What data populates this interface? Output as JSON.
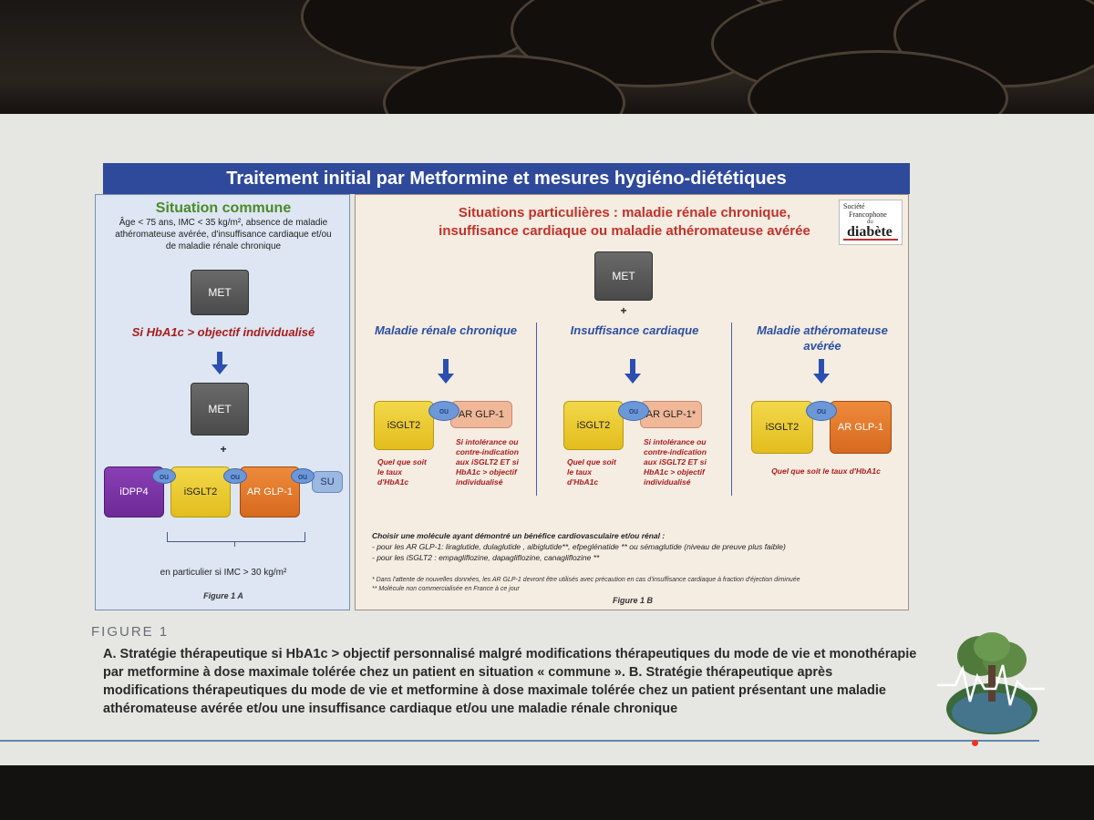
{
  "slide_title": "Traitement initial par Metformine et mesures hygiéno-diététiques",
  "panel_a": {
    "title": "Situation commune",
    "description": "Âge < 75 ans, IMC < 35 kg/m², absence de maladie athéromateuse avérée, d'insuffisance cardiaque et/ou de maladie rénale chronique",
    "met_label": "MET",
    "condition": "Si HbA1c > objectif individualisé",
    "met_label_2": "MET",
    "plus": "+",
    "options": [
      "iDPP4",
      "iSGLT2",
      "AR GLP-1",
      "SU"
    ],
    "ou": "ou",
    "note": "en particulier si IMC > 30 kg/m²",
    "figure_label": "Figure 1 A"
  },
  "panel_b": {
    "title_line1": "Situations particulières : maladie rénale chronique,",
    "title_line2": "insuffisance cardiaque ou maladie athéromateuse avérée",
    "logo_line1": "Société",
    "logo_line2": "Francophone",
    "logo_line3": "du",
    "logo_line4": "diabète",
    "met_label": "MET",
    "plus": "+",
    "ou": "ou",
    "columns": [
      {
        "heading": "Maladie rénale chronique",
        "left_box": "iSGLT2",
        "right_box": "AR GLP-1",
        "left_note": "Quel que soit le taux d'HbA1c",
        "right_note": "Si intolérance ou contre-indication aux iSGLT2 ET si HbA1c > objectif individualisé"
      },
      {
        "heading": "Insuffisance cardiaque",
        "left_box": "iSGLT2",
        "right_box": "AR GLP-1*",
        "left_note": "Quel que soit le taux d'HbA1c",
        "right_note": "Si intolérance ou contre-indication aux iSGLT2 ET si HbA1c > objectif individualisé"
      },
      {
        "heading": "Maladie athéromateuse avérée",
        "left_box": "iSGLT2",
        "right_box": "AR GLP-1",
        "note": "Quel que soit le taux d'HbA1c"
      }
    ],
    "choose_title": "Choisir une molécule ayant démontré un bénéfice cardiovasculaire et/ou rénal :",
    "choose_line1": "- pour les AR GLP-1: liraglutide, dulaglutide , albiglutide**, efpeglénatide ** ou sémaglutide (niveau de preuve plus faible)",
    "choose_line2": "- pour les iSGLT2 : empagliflozine, dapagliflozine, canagliflozine **",
    "footnote1": "* Dans l'attente de nouvelles données, les AR GLP-1 devront être utilisés avec précaution en cas d'insuffisance cardiaque à fraction d'éjection diminuée",
    "footnote2": "** Molécule non commercialisée en France à ce jour",
    "figure_label": "Figure 1 B"
  },
  "caption": {
    "heading": "FIGURE 1",
    "text": "A. Stratégie thérapeutique si HbA1c > objectif personnalisé malgré modifications thérapeutiques du mode de vie et monothérapie par metformine à dose maximale tolérée chez un patient en situation « commune ». B. Stratégie thérapeutique après modifications thérapeutiques du mode de vie et metformine à dose maximale tolérée chez un patient présentant une maladie athéromateuse avérée et/ou une insuffisance cardiaque et/ou une maladie rénale chronique"
  },
  "colors": {
    "title_bar": "#2f4a9a",
    "panel_a_bg": "#dde6f2",
    "panel_b_bg": "#f5ece2",
    "yellow": "#e3bd1d",
    "orange": "#d76a1e",
    "purple": "#6d2a96",
    "red_text": "#c0322a",
    "blue_text": "#2a4fa0",
    "arrow": "#2a4fb0"
  }
}
